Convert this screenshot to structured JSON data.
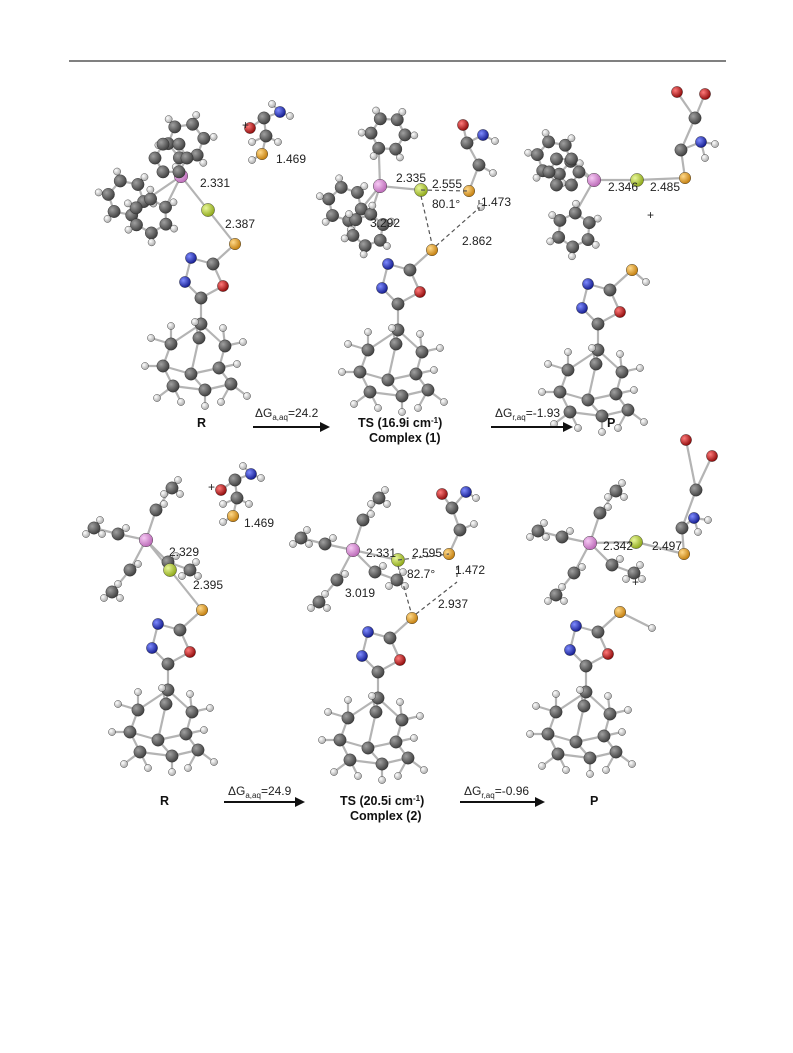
{
  "panels": [
    {
      "reactant_label": "R",
      "ts_label": "TS (16.9i cm",
      "ts_label_sup": "-1",
      "ts_label_end": ")",
      "complex_label": "Complex (1)",
      "product_label": "P",
      "activation": {
        "prefix": "ΔG",
        "sub": "a,aq",
        "value": "=24.2"
      },
      "reaction": {
        "prefix": "ΔG",
        "sub": "r,aq",
        "value": "=-1.93"
      },
      "plus_reactant": "+",
      "plus_product": "+",
      "distances": {
        "r_ligand": "1.469",
        "r_pse": "2.331",
        "r_ses": "2.387",
        "ts_pse": "2.335",
        "ts_ses_new": "2.555",
        "ts_angle": "80.1°",
        "ts_sh": "1.473",
        "ts_se_s_old": "3.292",
        "ts_h_s": "2.862",
        "p_pse": "2.346",
        "p_ses": "2.485"
      }
    },
    {
      "reactant_label": "R",
      "ts_label": "TS (20.5i cm",
      "ts_label_sup": "-1",
      "ts_label_end": ")",
      "complex_label": "Complex (2)",
      "product_label": "P",
      "activation": {
        "prefix": "ΔG",
        "sub": "a,aq",
        "value": "=24.9"
      },
      "reaction": {
        "prefix": "ΔG",
        "sub": "r,aq",
        "value": "=-0.96"
      },
      "plus_reactant": "+",
      "plus_product": "+",
      "distances": {
        "r_ligand": "1.469",
        "r_pse": "2.329",
        "r_ses": "2.395",
        "ts_pse": "2.331",
        "ts_ses_new": "2.595",
        "ts_angle": "82.7°",
        "ts_sh": "1.472",
        "ts_se_s_old": "3.019",
        "ts_h_s": "2.937",
        "p_pse": "2.342",
        "p_ses": "2.497"
      }
    }
  ],
  "colors": {
    "carbon": "#5a5a5a",
    "hydrogen": "#e6e6e6",
    "phosphorus": "#d98ad6",
    "selenium": "#b8d42a",
    "sulfur": "#e8a21a",
    "nitrogen": "#2230c8",
    "oxygen": "#d01010"
  }
}
